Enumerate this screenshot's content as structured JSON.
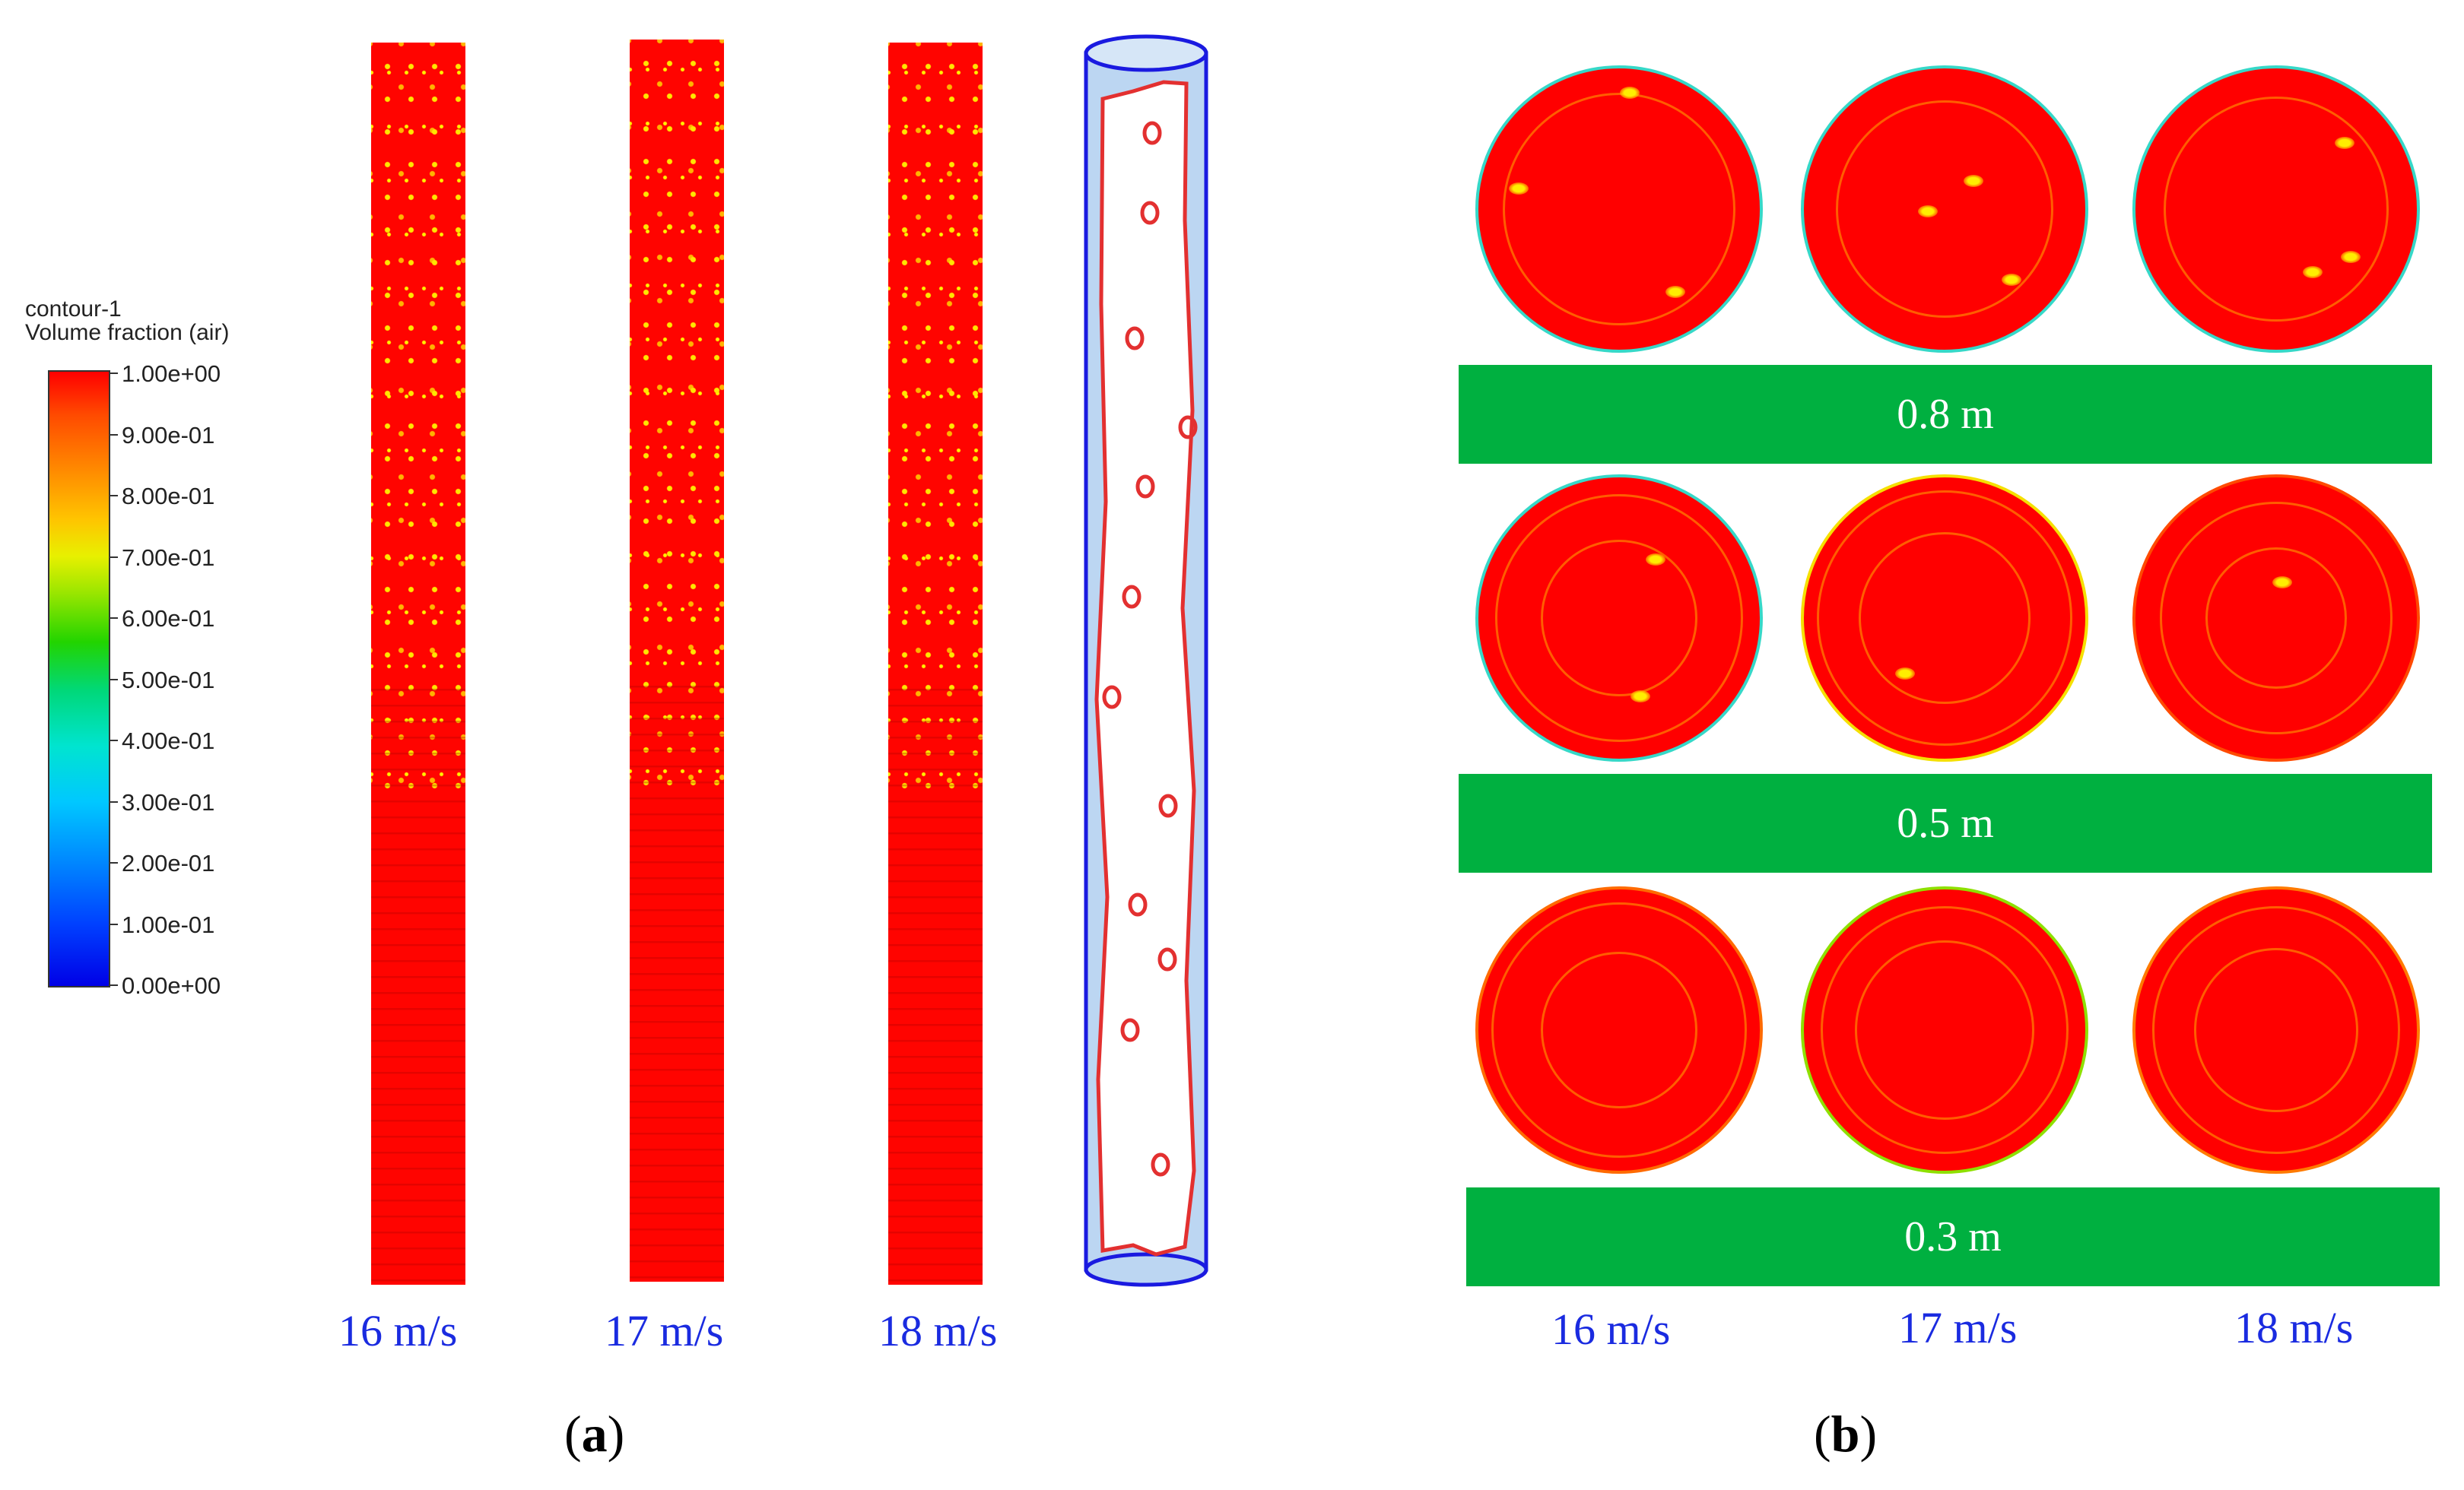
{
  "legend": {
    "title_line1": "contour-1",
    "title_line2": "Volume fraction (air)",
    "ticks": [
      "1.00e+00",
      "9.00e-01",
      "8.00e-01",
      "7.00e-01",
      "6.00e-01",
      "5.00e-01",
      "4.00e-01",
      "3.00e-01",
      "2.00e-01",
      "1.00e-01",
      "0.00e+00"
    ],
    "colors": [
      "#0000e6",
      "#0040ff",
      "#00c8ff",
      "#00e4d0",
      "#22d400",
      "#e8f000",
      "#ff8a00",
      "#ff0000"
    ]
  },
  "panel_a": {
    "velocities": [
      "16 m/s",
      "17 m/s",
      "18 m/s"
    ],
    "label_paren_open": "(",
    "label_letter": "a",
    "label_paren_close": ")"
  },
  "panel_b": {
    "heights": [
      "0.8 m",
      "0.5 m",
      "0.3 m"
    ],
    "velocities": [
      "16 m/s",
      "17 m/s",
      "18 m/s"
    ],
    "label_paren_open": "(",
    "label_letter": "b",
    "label_paren_close": ")"
  },
  "colors": {
    "liquid_red": "#ff0400",
    "bar_green": "#00b040",
    "velocity_text": "#1a2be0",
    "schematic_outline": "#1a1ae0",
    "schematic_fill": "#bcd6f2",
    "schematic_core": "#e33030"
  }
}
